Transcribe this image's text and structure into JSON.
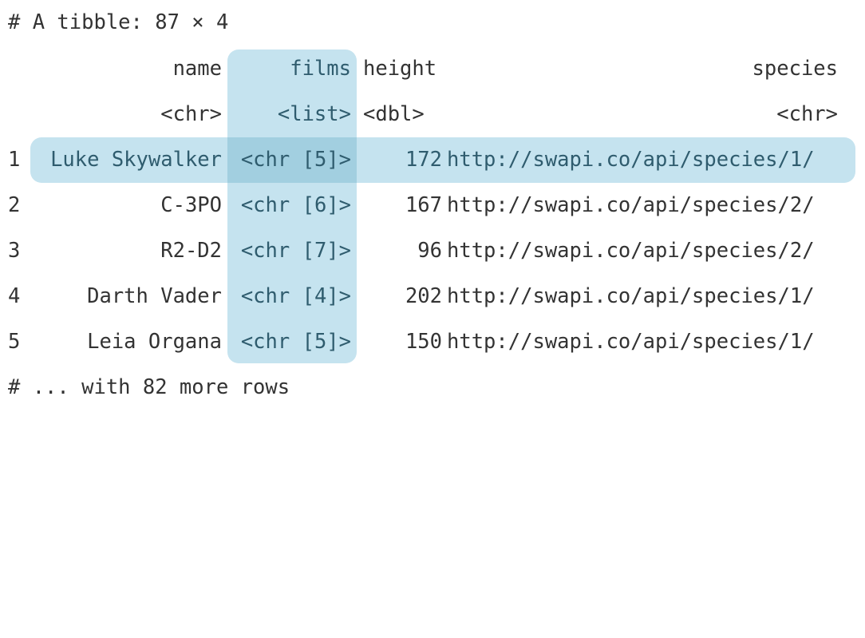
{
  "console": {
    "title_line": "# A tibble: 87 × 4",
    "footer_line": "# ... with 82 more rows",
    "columns": [
      {
        "key": "name",
        "header": "name",
        "type": "<chr>"
      },
      {
        "key": "films",
        "header": "films",
        "type": "<list>"
      },
      {
        "key": "height",
        "header": "height",
        "type": "<dbl>"
      },
      {
        "key": "species",
        "header": "species",
        "type": "<chr>"
      }
    ],
    "rows": [
      {
        "index": "1",
        "name": "Luke Skywalker",
        "films": "<chr [5]>",
        "height": "172",
        "species": "http://swapi.co/api/species/1/"
      },
      {
        "index": "2",
        "name": "C-3PO",
        "films": "<chr [6]>",
        "height": "167",
        "species": "http://swapi.co/api/species/2/"
      },
      {
        "index": "3",
        "name": "R2-D2",
        "films": "<chr [7]>",
        "height": "96",
        "species": "http://swapi.co/api/species/2/"
      },
      {
        "index": "4",
        "name": "Darth Vader",
        "films": "<chr [4]>",
        "height": "202",
        "species": "http://swapi.co/api/species/1/"
      },
      {
        "index": "5",
        "name": "Leia Organa",
        "films": "<chr [5]>",
        "height": "150",
        "species": "http://swapi.co/api/species/1/"
      }
    ],
    "highlight": {
      "column_key": "films",
      "row_index": "1",
      "column_color": "#c5e3ef",
      "row_color": "#c5e3ef",
      "intersection_color": "#a2cfe0",
      "highlighted_text_color": "#2f5c6e"
    },
    "text_color": "#333333",
    "background_color": "#ffffff"
  }
}
